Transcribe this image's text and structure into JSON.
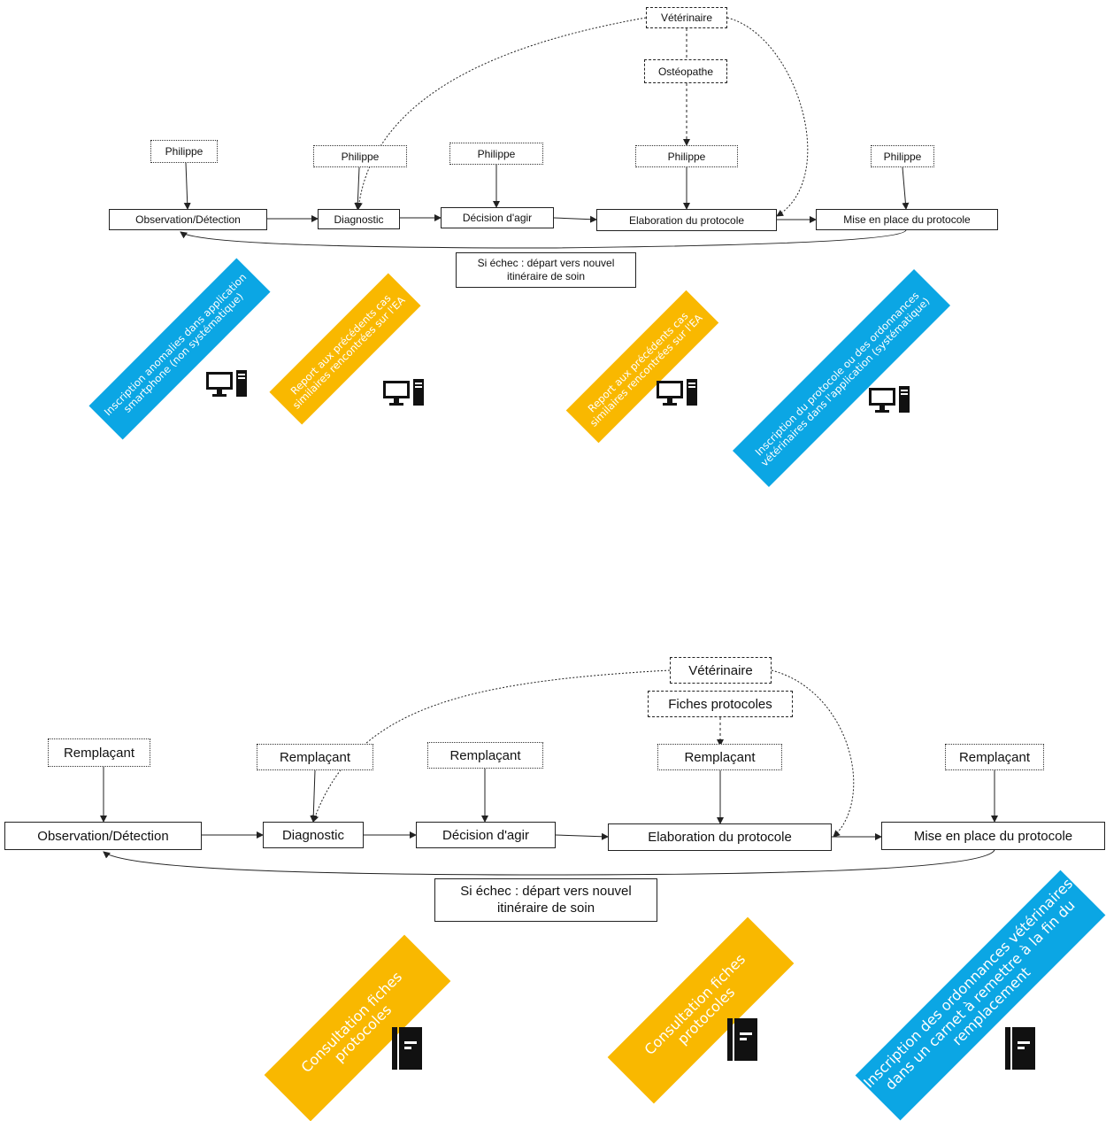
{
  "diagram1": {
    "vet": "Vétérinaire",
    "osteo": "Ostéopathe",
    "actors": [
      "Philippe",
      "Philippe",
      "Philippe",
      "Philippe",
      "Philippe"
    ],
    "steps": [
      "Observation/Détection",
      "Diagnostic",
      "Décision d'agir",
      "Elaboration du protocole",
      "Mise en place du protocole"
    ],
    "failure": "Si échec : départ vers nouvel itinéraire de soin",
    "notes": [
      {
        "text": "Inscription anomalies dans application smartphone (non systématique)",
        "color": "blue",
        "icon": "computer-icon"
      },
      {
        "text": "Report aux précédents cas similaires rencontrées sur l'EA",
        "color": "orange",
        "icon": "computer-icon"
      },
      {
        "text": "Report aux précédents cas similaires rencontrées sur l'EA",
        "color": "orange",
        "icon": "computer-icon"
      },
      {
        "text": "Inscription du protocole ou des ordonnances vétérinaires dans l'application (systématique)",
        "color": "blue",
        "icon": "computer-icon"
      }
    ]
  },
  "diagram2": {
    "vet": "Vétérinaire",
    "fiches": "Fiches protocoles",
    "actors": [
      "Remplaçant",
      "Remplaçant",
      "Remplaçant",
      "Remplaçant",
      "Remplaçant"
    ],
    "steps": [
      "Observation/Détection",
      "Diagnostic",
      "Décision d'agir",
      "Elaboration du protocole",
      "Mise en place du protocole"
    ],
    "failure": "Si échec : départ vers nouvel itinéraire de soin",
    "notes": [
      {
        "text": "Consultation fiches protocoles",
        "color": "orange",
        "icon": "notebook-icon"
      },
      {
        "text": "Consultation fiches protocoles",
        "color": "orange",
        "icon": "notebook-icon"
      },
      {
        "text": "Inscription des ordonnances vétérinaires dans un carnet à remettre à la fin du remplacement",
        "color": "blue",
        "icon": "notebook-icon"
      }
    ]
  },
  "colors": {
    "blue": "#0ba6e4",
    "orange": "#f9b800",
    "line": "#222222"
  }
}
